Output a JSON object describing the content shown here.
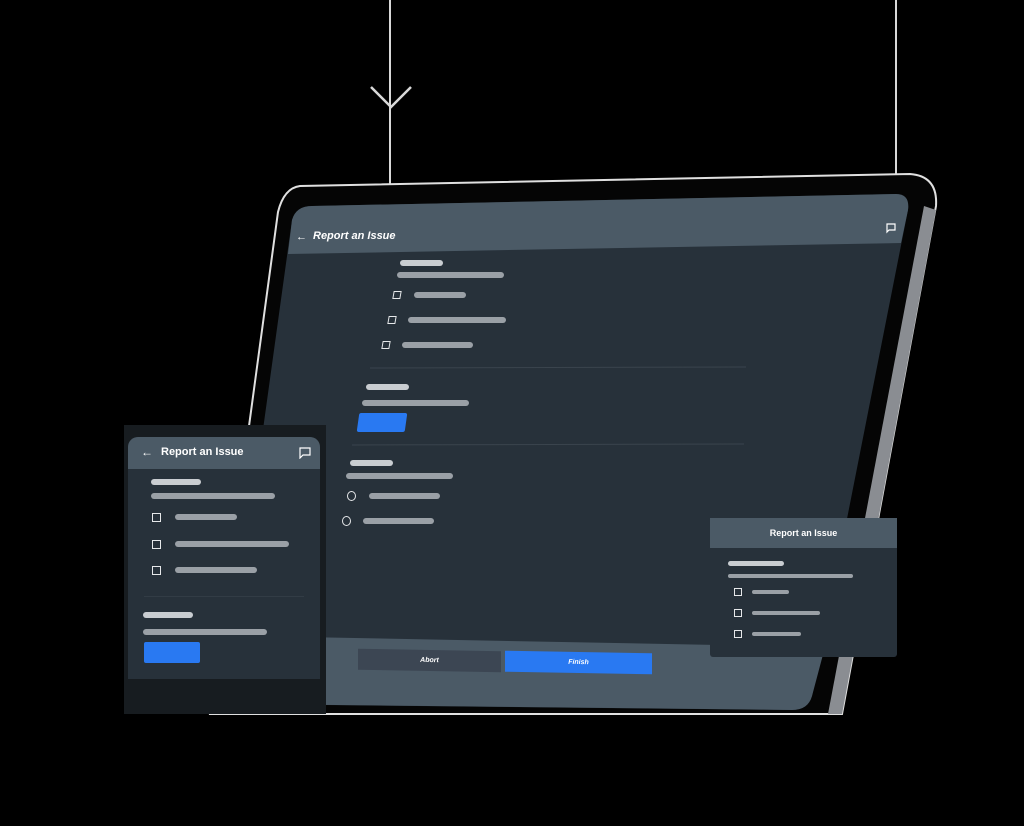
{
  "tablet": {
    "header": {
      "title": "Report an Issue",
      "back_icon": "arrow-left-icon",
      "feedback_icon": "chat-bubble-icon"
    },
    "footer": {
      "abort_label": "Abort",
      "finish_label": "Finish"
    }
  },
  "phone": {
    "header": {
      "title": "Report an Issue",
      "back_icon": "arrow-left-icon",
      "feedback_icon": "chat-bubble-icon"
    }
  },
  "dialog": {
    "header": {
      "title": "Report an Issue"
    }
  },
  "colors": {
    "background": "#000000",
    "header": "#4b5a66",
    "body": "#27313a",
    "accent": "#2979f2",
    "abort": "#3c4653"
  }
}
